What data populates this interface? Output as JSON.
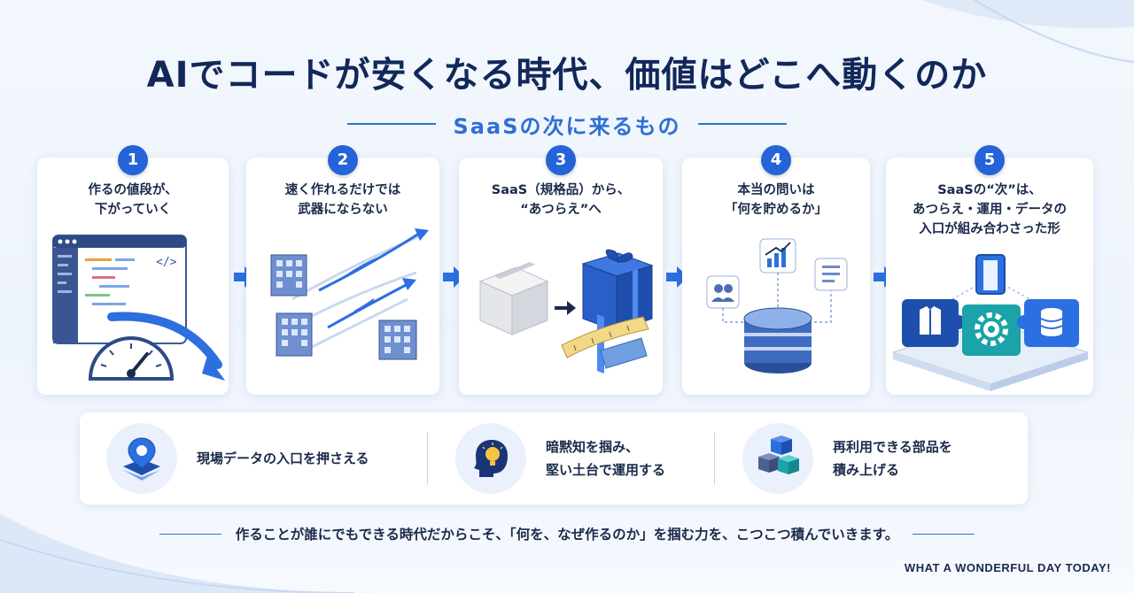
{
  "title": "AIでコードが安くなる時代、価値はどこへ動くのか",
  "subtitle": "SaaSの次に来るもの",
  "steps": [
    {
      "number": "1",
      "lines": [
        "作るの値段が、",
        "下がっていく"
      ]
    },
    {
      "number": "2",
      "lines": [
        "速く作れるだけでは",
        "武器にならない"
      ]
    },
    {
      "number": "3",
      "lines": [
        "SaaS（規格品）から、",
        "“あつらえ”へ"
      ]
    },
    {
      "number": "4",
      "lines": [
        "本当の問いは",
        "「何を貯めるか」"
      ]
    },
    {
      "number": "5",
      "lines": [
        "SaaSの“次”は、",
        "あつらえ・運用・データの",
        "入口が組み合わさった形"
      ]
    }
  ],
  "code_window": {
    "tag": "</>"
  },
  "points": [
    {
      "icon": "map-pin-icon",
      "lines": [
        "現場データの入口を押さえる"
      ]
    },
    {
      "icon": "lightbulb-head-icon",
      "lines": [
        "暗黙知を掴み、",
        "堅い土台で運用する"
      ]
    },
    {
      "icon": "cubes-icon",
      "lines": [
        "再利用できる部品を",
        "積み上げる"
      ]
    }
  ],
  "footer": "作ることが誰にでもできる時代だからこそ、「何を、なぜ作るのか」を掴む力を、こつこつ積んでいきます。",
  "tagline": "WHAT A WONDERFUL DAY TODAY!",
  "colors": {
    "accent": "#2563d8",
    "title": "#12285a",
    "teal": "#1aa3a8"
  }
}
